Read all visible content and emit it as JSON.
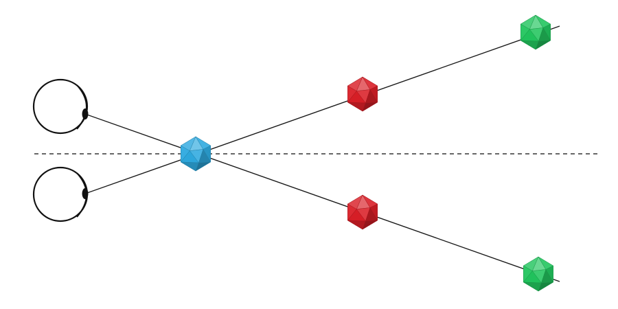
{
  "diagram": {
    "type": "binocular-convergence",
    "colors": {
      "background": "#ffffff",
      "line": "#1a1a1a",
      "eye_stroke": "#111111",
      "pupil": "#111111",
      "fixation_object": "#2ea9df",
      "mid_objects": "#d91f27",
      "far_objects": "#22c55e"
    },
    "objects": [
      {
        "id": "fixation",
        "color_key": "fixation_object",
        "shape": "icosahedron"
      },
      {
        "id": "upper-mid",
        "color_key": "mid_objects",
        "shape": "icosahedron"
      },
      {
        "id": "lower-mid",
        "color_key": "mid_objects",
        "shape": "icosahedron"
      },
      {
        "id": "upper-far",
        "color_key": "far_objects",
        "shape": "icosahedron"
      },
      {
        "id": "lower-far",
        "color_key": "far_objects",
        "shape": "icosahedron"
      }
    ],
    "eyes": [
      "left-eye-top",
      "right-eye-bottom"
    ],
    "midline": {
      "style": "dashed"
    }
  }
}
